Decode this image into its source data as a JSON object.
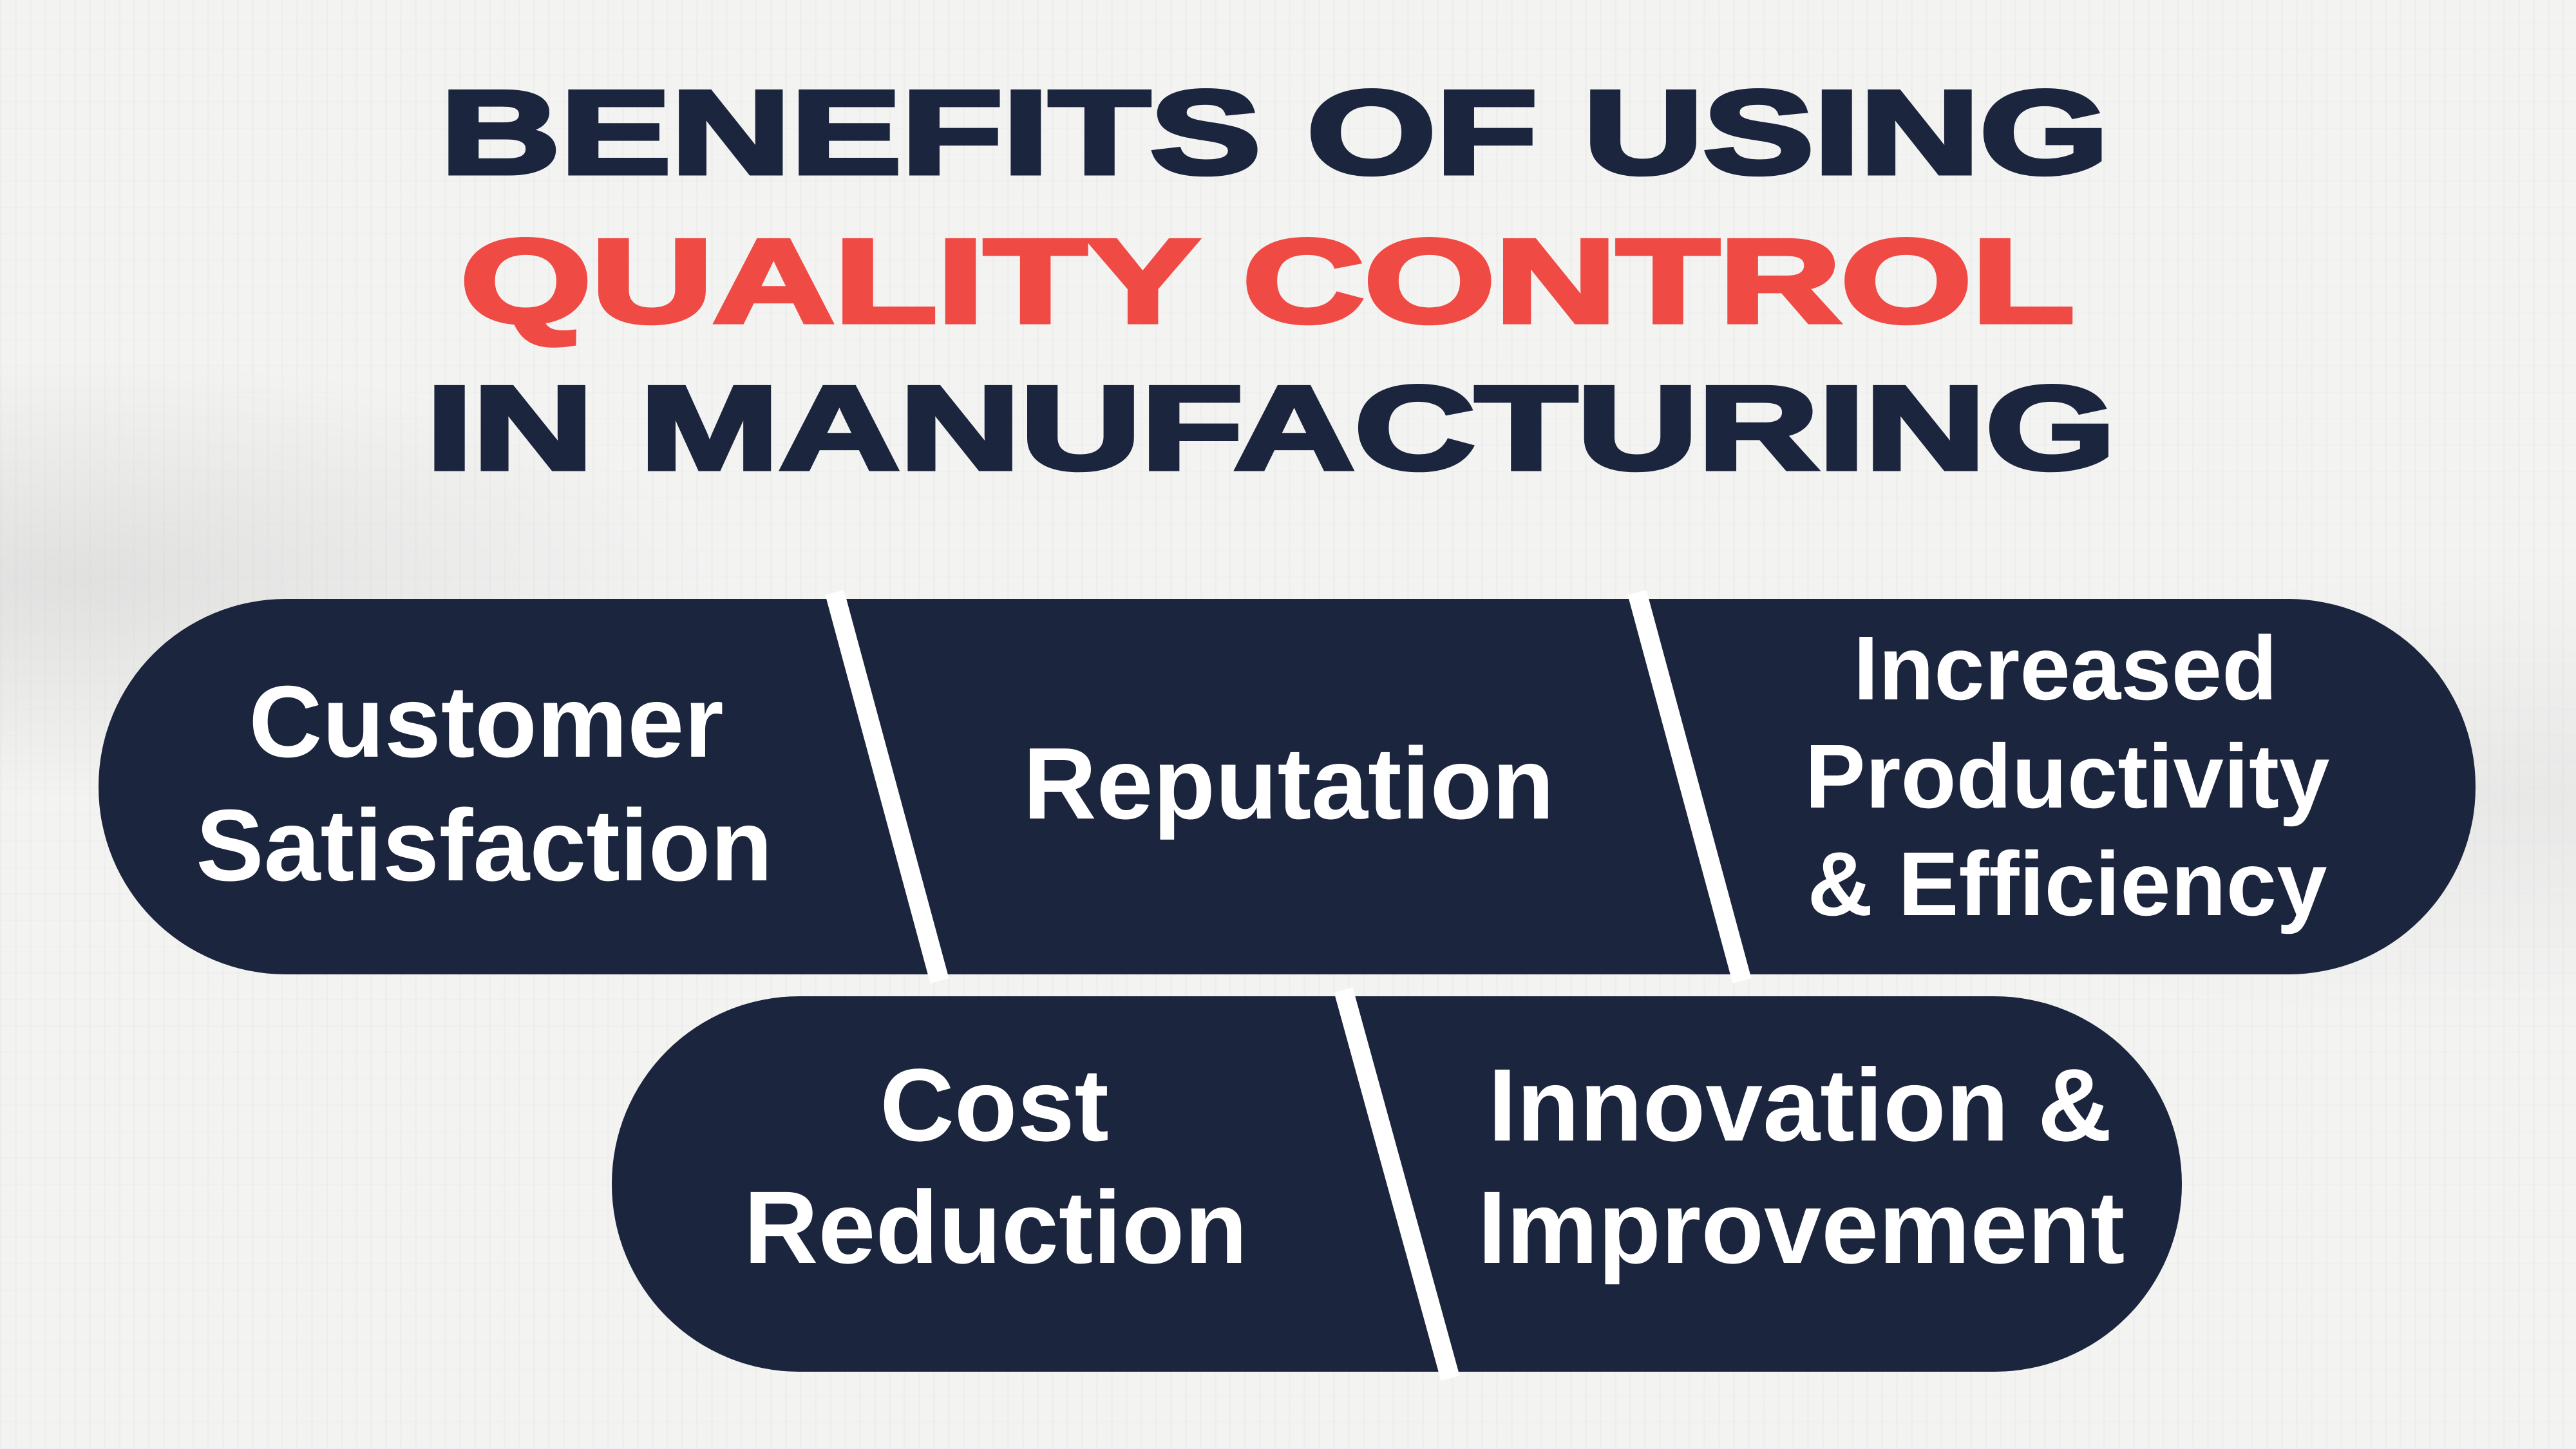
{
  "title": {
    "line1": "BENEFITS OF USING",
    "line2": "QUALITY CONTROL",
    "line3": "IN MANUFACTURING"
  },
  "colors": {
    "navy": "#1b253d",
    "red": "#f04a44",
    "background": "#f3f3f2",
    "text_on_pill": "#ffffff"
  },
  "benefits": [
    {
      "lines": [
        "Customer",
        "Satisfaction"
      ]
    },
    {
      "lines": [
        "Reputation"
      ]
    },
    {
      "lines": [
        "Increased",
        "Productivity",
        "& Efficiency"
      ]
    },
    {
      "lines": [
        "Cost",
        "Reduction"
      ]
    },
    {
      "lines": [
        "Innovation &",
        "Improvement"
      ]
    }
  ]
}
